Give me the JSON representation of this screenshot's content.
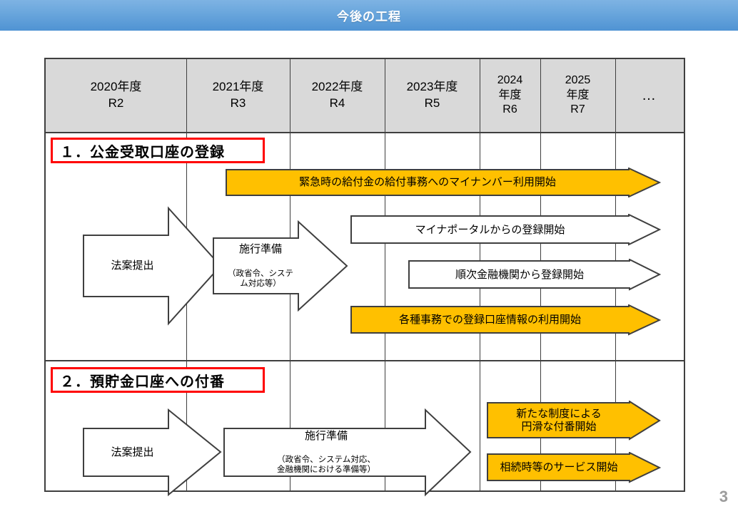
{
  "slide": {
    "title": "今後の工程",
    "page_number": "3",
    "title_bar_color": "#5b9bd5",
    "header_bg_color": "#d9d9d9",
    "accent_orange": "#ffc000",
    "accent_red": "#ff0000"
  },
  "timeline_header": {
    "columns": [
      {
        "id": "fy2020",
        "lines": [
          "2020年度",
          "R2"
        ]
      },
      {
        "id": "fy2021",
        "lines": [
          "2021年度",
          "R3"
        ]
      },
      {
        "id": "fy2022",
        "lines": [
          "2022年度",
          "R4"
        ]
      },
      {
        "id": "fy2023",
        "lines": [
          "2023年度",
          "R5"
        ]
      },
      {
        "id": "fy2024",
        "lines": [
          "2024",
          "年度",
          "R6"
        ]
      },
      {
        "id": "fy2025",
        "lines": [
          "2025",
          "年度",
          "R7"
        ]
      },
      {
        "id": "beyond",
        "lines": [
          "…"
        ]
      }
    ]
  },
  "sections": [
    {
      "id": "section-1",
      "heading": "１．公金受取口座の登録",
      "items": [
        {
          "id": "s1-bill",
          "label_main": "法案提出",
          "label_sub": "",
          "style": "white"
        },
        {
          "id": "s1-prep",
          "label_main": "施行準備",
          "label_sub": "（政省令、システ\nム対応等）",
          "style": "white"
        },
        {
          "id": "s1-mynumber",
          "label_main": "緊急時の給付金の給付事務へのマイナンバー利用開始",
          "label_sub": "",
          "style": "orange"
        },
        {
          "id": "s1-myna-portal",
          "label_main": "マイナポータルからの登録開始",
          "label_sub": "",
          "style": "white"
        },
        {
          "id": "s1-bank-reg",
          "label_main": "順次金融機関から登録開始",
          "label_sub": "",
          "style": "white"
        },
        {
          "id": "s1-account-use",
          "label_main": "各種事務での登録口座情報の利用開始",
          "label_sub": "",
          "style": "orange"
        }
      ]
    },
    {
      "id": "section-2",
      "heading": "２．預貯金口座への付番",
      "items": [
        {
          "id": "s2-bill",
          "label_main": "法案提出",
          "label_sub": "",
          "style": "white"
        },
        {
          "id": "s2-prep",
          "label_main": "施行準備",
          "label_sub": "（政省令、システム対応、\n金融機関における準備等）",
          "style": "white"
        },
        {
          "id": "s2-new-system",
          "label_main": "新たな制度による\n円滑な付番開始",
          "label_sub": "",
          "style": "orange"
        },
        {
          "id": "s2-succession",
          "label_main": "相続時等のサービス開始",
          "label_sub": "",
          "style": "orange"
        }
      ]
    }
  ]
}
